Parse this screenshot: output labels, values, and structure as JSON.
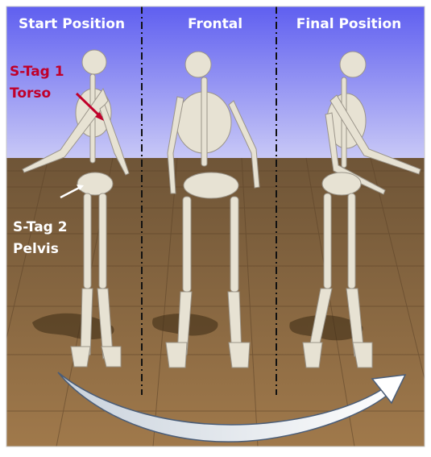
{
  "panels": [
    {
      "title": "Start Position"
    },
    {
      "title": "Frontal"
    },
    {
      "title": "Final Position"
    }
  ],
  "labels": {
    "tag1_line1": "S-Tag 1",
    "tag1_line2": "Torso",
    "tag2_line1": "S-Tag 2",
    "tag2_line2": "Pelvis"
  },
  "colors": {
    "sky_top": "#5f5ff0",
    "sky_bottom": "#c8c8f6",
    "floor": "#8a6a44",
    "floor_lines": "#6b4f30",
    "bone": "#e7e2d3",
    "bone_shade": "#9b958a",
    "tag_red": "#c0002a",
    "arrow": "#f2f5f8"
  },
  "icons": [
    "skeleton-start",
    "skeleton-frontal",
    "skeleton-final",
    "rotation-arrow-icon"
  ]
}
